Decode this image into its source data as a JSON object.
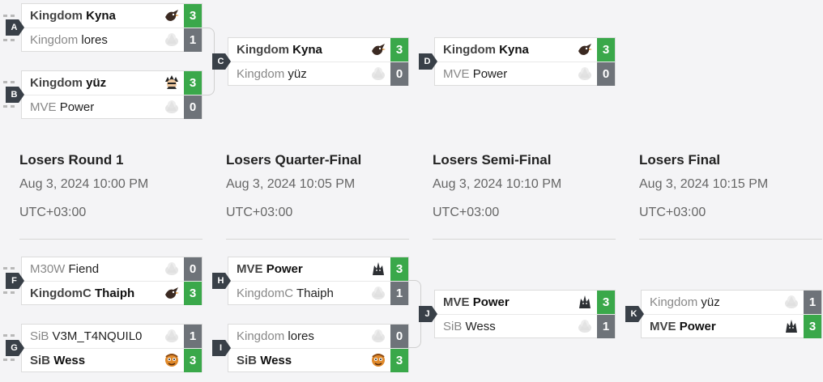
{
  "colors": {
    "win": "#3aa84a",
    "lose": "#6e7379",
    "label_bg": "#394048"
  },
  "rounds": [
    {
      "title": "Losers Round 1",
      "date": "Aug 3, 2024 10:00 PM",
      "timezone": "UTC+03:00"
    },
    {
      "title": "Losers Quarter-Final",
      "date": "Aug 3, 2024 10:05 PM",
      "timezone": "UTC+03:00"
    },
    {
      "title": "Losers Semi-Final",
      "date": "Aug 3, 2024 10:10 PM",
      "timezone": "UTC+03:00"
    },
    {
      "title": "Losers Final",
      "date": "Aug 3, 2024 10:15 PM",
      "timezone": "UTC+03:00"
    }
  ],
  "matches": {
    "A": {
      "label": "A",
      "p1": {
        "team": "Kingdom",
        "player": "Kyna",
        "score": "3",
        "avatar": "dark-bird-avatar-icon"
      },
      "p2": {
        "team": "Kingdom",
        "player": "lores",
        "score": "1",
        "avatar": "faded-avatar-icon"
      }
    },
    "B": {
      "label": "B",
      "p1": {
        "team": "Kingdom",
        "player": "yüz",
        "score": "3",
        "avatar": "dark-spiky-avatar-icon"
      },
      "p2": {
        "team": "MVE",
        "player": "Power",
        "score": "0",
        "avatar": "faded-wolf-avatar-icon"
      }
    },
    "C": {
      "label": "C",
      "p1": {
        "team": "Kingdom",
        "player": "Kyna",
        "score": "3",
        "avatar": "dark-bird-avatar-icon"
      },
      "p2": {
        "team": "Kingdom",
        "player": "yüz",
        "score": "0",
        "avatar": "faded-avatar-icon"
      }
    },
    "D": {
      "label": "D",
      "p1": {
        "team": "Kingdom",
        "player": "Kyna",
        "score": "3",
        "avatar": "dark-bird-avatar-icon"
      },
      "p2": {
        "team": "MVE",
        "player": "Power",
        "score": "0",
        "avatar": "faded-wolf-avatar-icon"
      }
    },
    "F": {
      "label": "F",
      "p1": {
        "team": "M30W",
        "player": "Fiend",
        "score": "0",
        "avatar": "faded-group-avatar-icon"
      },
      "p2": {
        "team": "KingdomC",
        "player": "Thaiph",
        "score": "3",
        "avatar": "dark-bird-avatar-icon"
      }
    },
    "G": {
      "label": "G",
      "p1": {
        "team": "SiB",
        "player": "V3M_T4NQUIL0",
        "score": "1",
        "avatar": "faded-avatar-icon"
      },
      "p2": {
        "team": "SiB",
        "player": "Wess",
        "score": "3",
        "avatar": "orange-character-avatar-icon"
      }
    },
    "H": {
      "label": "H",
      "p1": {
        "team": "MVE",
        "player": "Power",
        "score": "3",
        "avatar": "dark-wolf-avatar-icon"
      },
      "p2": {
        "team": "KingdomC",
        "player": "Thaiph",
        "score": "1",
        "avatar": "faded-avatar-icon"
      }
    },
    "I": {
      "label": "I",
      "p1": {
        "team": "Kingdom",
        "player": "lores",
        "score": "0",
        "avatar": "faded-avatar-icon"
      },
      "p2": {
        "team": "SiB",
        "player": "Wess",
        "score": "3",
        "avatar": "orange-character-avatar-icon"
      }
    },
    "J": {
      "label": "J",
      "p1": {
        "team": "MVE",
        "player": "Power",
        "score": "3",
        "avatar": "dark-wolf-avatar-icon"
      },
      "p2": {
        "team": "SiB",
        "player": "Wess",
        "score": "1",
        "avatar": "faded-avatar-icon"
      }
    },
    "K": {
      "label": "K",
      "p1": {
        "team": "Kingdom",
        "player": "yüz",
        "score": "1",
        "avatar": "faded-avatar-icon"
      },
      "p2": {
        "team": "MVE",
        "player": "Power",
        "score": "3",
        "avatar": "dark-wolf-avatar-icon"
      }
    }
  }
}
